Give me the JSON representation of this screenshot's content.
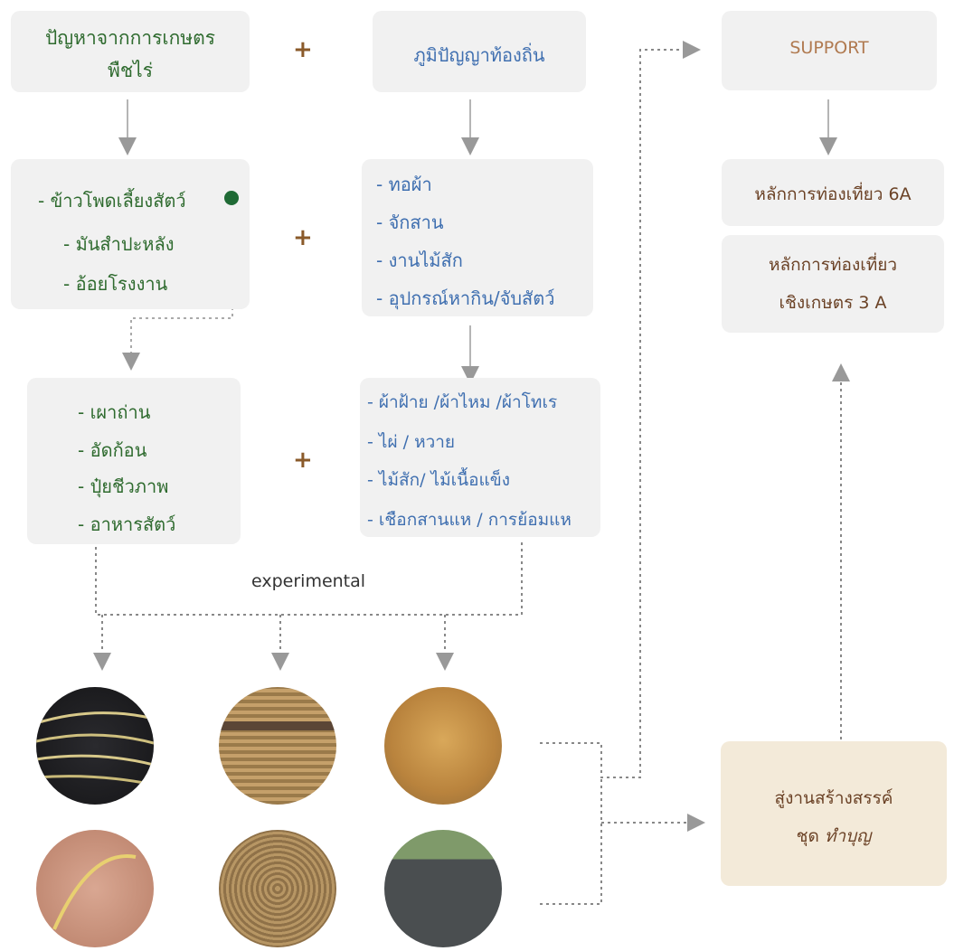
{
  "top_left": {
    "line1": "ปัญหาจากการเกษตร",
    "line2": "พืชไร่"
  },
  "top_mid": {
    "title": "ภูมิปัญญาท้องถิ่น"
  },
  "support": {
    "title": "SUPPORT"
  },
  "crops": {
    "items": [
      "- ข้าวโพดเลี้ยงสัตว์",
      "- มันสำปะหลัง",
      "- อ้อยโรงงาน"
    ]
  },
  "wisdom": {
    "items": [
      "- ทอผ้า",
      "- จักสาน",
      "- งานไม้สัก",
      "- อุปกรณ์หากิน/จับสัตว์"
    ]
  },
  "processes": {
    "items": [
      "- เผาถ่าน",
      "- อัดก้อน",
      "- ปุ๋ยชีวภาพ",
      "- อาหารสัตว์"
    ]
  },
  "materials": {
    "items": [
      "- ผ้าฝ้าย /ผ้าไหม /ผ้าโทเร",
      "- ไผ่ / หวาย",
      "- ไม้สัก/ ไม้เนื้อแข็ง",
      "- เชือกสานแห / การย้อมแห"
    ]
  },
  "tourism6a": {
    "title": "หลักการท่องเที่ยว 6A"
  },
  "tourism3a": {
    "line1": "หลักการท่องเที่ยว",
    "line2": "เชิงเกษตร 3 A"
  },
  "experimental": {
    "label": "experimental"
  },
  "creation": {
    "line1": "สู่งานสร้างสรรค์",
    "line2_prefix": "ชุด ",
    "line2_name": "ทำบุญ"
  },
  "plus_sign": "+",
  "colors": {
    "green": "#2f6b2f",
    "blue": "#3f6fb0",
    "brown": "#b07a50",
    "box": "#f1f1f1",
    "creation_box": "#f3ead9"
  }
}
